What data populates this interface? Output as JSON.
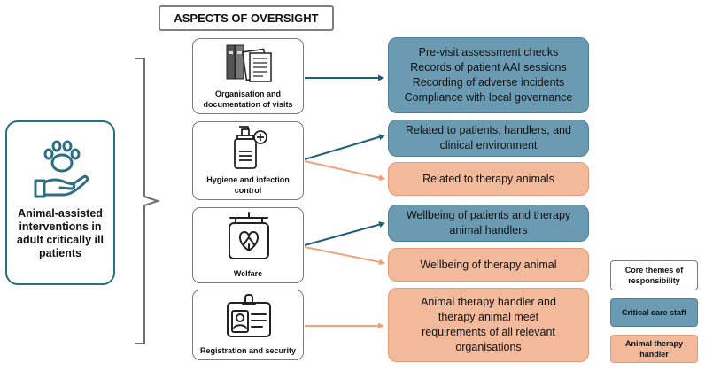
{
  "header": {
    "title": "ASPECTS OF OVERSIGHT"
  },
  "center": {
    "label": "Animal-assisted interventions in adult critically ill patients"
  },
  "aspects": [
    {
      "label": "Organisation and documentation of visits",
      "icon": "documents-icon"
    },
    {
      "label": "Hygiene and infection control",
      "icon": "hand-sanitizer-icon"
    },
    {
      "label": "Welfare",
      "icon": "heart-sign-icon"
    },
    {
      "label": "Registration and security",
      "icon": "id-badge-icon"
    }
  ],
  "outcomes": [
    {
      "text": "Pre-visit assessment checks\nRecords of patient AAI sessions\nRecording of adverse incidents\nCompliance with local governance",
      "theme": "Critical care staff"
    },
    {
      "text": "Related to patients, handlers, and\nclinical environment",
      "theme": "Critical care staff"
    },
    {
      "text": "Related to therapy animals",
      "theme": "Animal therapy handler"
    },
    {
      "text": "Wellbeing of patients and therapy\nanimal handlers",
      "theme": "Critical care staff"
    },
    {
      "text": "Wellbeing of therapy animal",
      "theme": "Animal therapy handler"
    },
    {
      "text": "Animal therapy handler and\ntherapy animal meet\nrequirements of all relevant\norganisations",
      "theme": "Animal therapy handler"
    }
  ],
  "legend": {
    "title": "Core themes of responsibility",
    "critical_care": "Critical care staff",
    "handler": "Animal therapy handler"
  },
  "colors": {
    "critical_care": "#6b9bb3",
    "handler": "#f2b99b",
    "arrow_blue": "#1f5f7a",
    "arrow_orange": "#f0a27c",
    "center_border": "#2c6e82"
  }
}
